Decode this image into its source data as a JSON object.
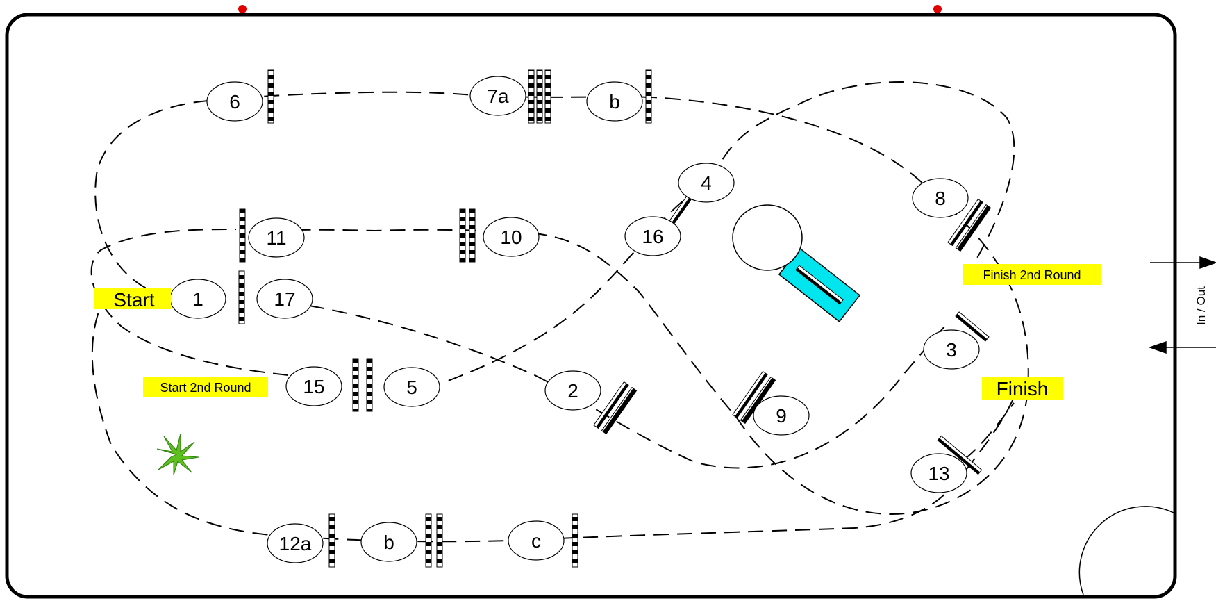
{
  "obstacles": [
    {
      "id": "o1",
      "label": "1"
    },
    {
      "id": "o2",
      "label": "2"
    },
    {
      "id": "o3",
      "label": "3"
    },
    {
      "id": "o4",
      "label": "4"
    },
    {
      "id": "o5",
      "label": "5"
    },
    {
      "id": "o6",
      "label": "6"
    },
    {
      "id": "o7a",
      "label": "7a"
    },
    {
      "id": "o7b",
      "label": "b"
    },
    {
      "id": "o8",
      "label": "8"
    },
    {
      "id": "o9",
      "label": "9"
    },
    {
      "id": "o10",
      "label": "10"
    },
    {
      "id": "o11",
      "label": "11"
    },
    {
      "id": "o12a",
      "label": "12a"
    },
    {
      "id": "o12b",
      "label": "b"
    },
    {
      "id": "o12c",
      "label": "c"
    },
    {
      "id": "o13",
      "label": "13"
    },
    {
      "id": "o15",
      "label": "15"
    },
    {
      "id": "o16",
      "label": "16"
    },
    {
      "id": "o17",
      "label": "17"
    }
  ],
  "markers": {
    "start": "Start",
    "finish": "Finish",
    "start_2nd_round": "Start 2nd Round",
    "finish_2nd_round": "Finish 2nd Round",
    "in_out": "In / Out"
  },
  "colors": {
    "marker_highlight": "#ffff00",
    "water_tray": "#00e5ee",
    "shrub": "#5fbf1f",
    "boundary_dot": "#e00000"
  }
}
